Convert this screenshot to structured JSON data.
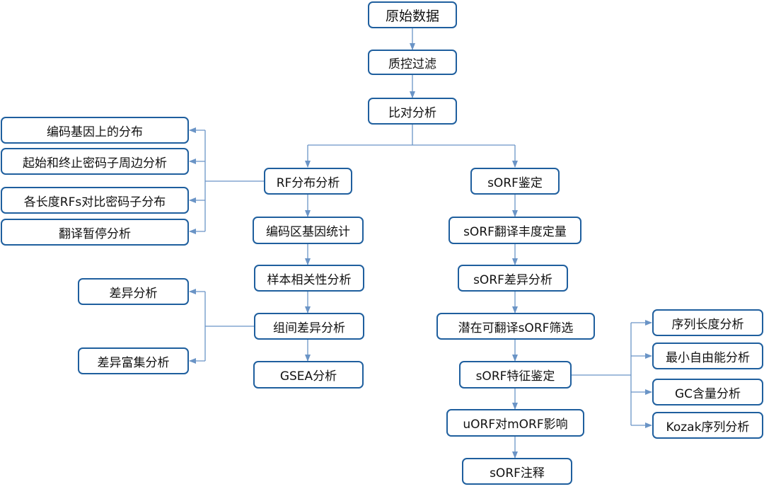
{
  "diagram": {
    "colors": {
      "box_border": "#1f5f9e",
      "connector": "#6a94c6",
      "text": "#111111",
      "background": "#ffffff"
    },
    "main_flow": {
      "raw_data": "原始数据",
      "quality_filter": "质控过滤",
      "alignment": "比对分析"
    },
    "rf_branch": {
      "rf_analysis": "RF分布分析",
      "cds_gene_stats": "编码区基因统计",
      "sample_correlation": "样本相关性分析",
      "group_diff": "组间差异分析",
      "gsea": "GSEA分析",
      "rf_subitems": [
        "编码基因上的分布",
        "起始和终止密码子周边分析",
        "各长度RFs对比密码子分布",
        "翻译暂停分析"
      ],
      "diff_subitems": [
        "差异分析",
        "差异富集分析"
      ]
    },
    "sorf_branch": {
      "identification": "sORF鉴定",
      "abundance": "sORF翻译丰度定量",
      "diff": "sORF差异分析",
      "screening": "潜在可翻译sORF筛选",
      "features": "sORF特征鉴定",
      "uorf_effect": "uORF对mORF影响",
      "annotation": "sORF注释",
      "feature_subitems": [
        "序列长度分析",
        "最小自由能分析",
        "GC含量分析",
        "Kozak序列分析"
      ]
    }
  }
}
